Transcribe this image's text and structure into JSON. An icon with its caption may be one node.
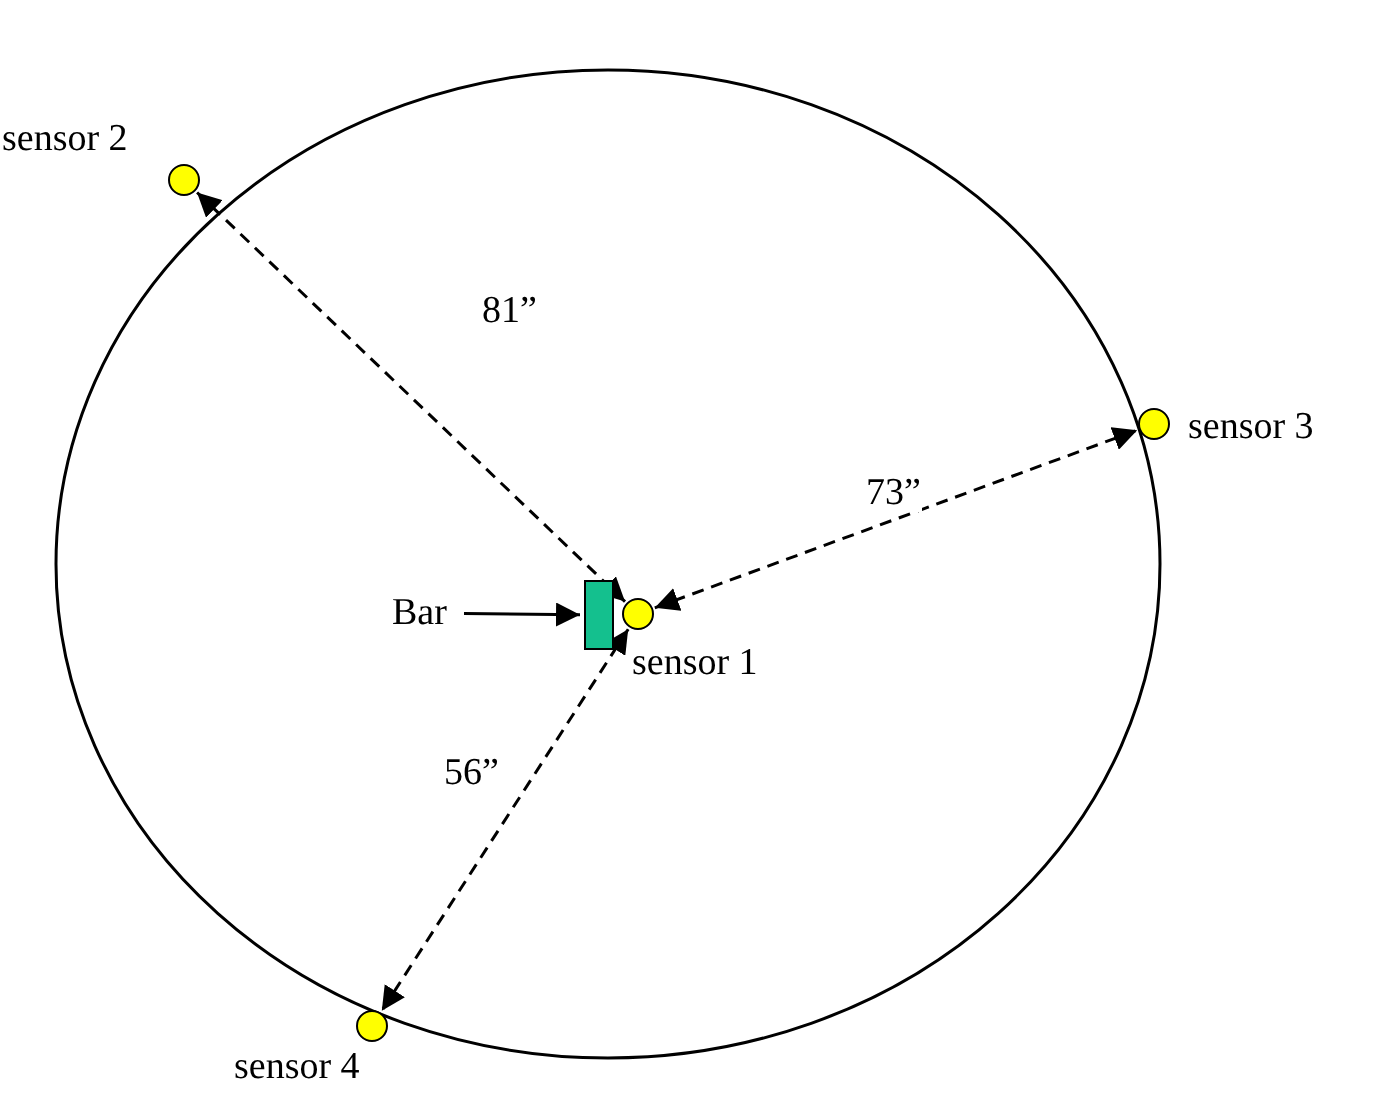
{
  "diagram": {
    "nodes": [
      {
        "text": [
          "sensor 1"
        ]
      },
      {
        "text": [
          "sensor 2"
        ]
      },
      {
        "text": [
          "sensor 3"
        ]
      },
      {
        "text": [
          "sensor 4"
        ]
      },
      {
        "text": [
          "Bar"
        ]
      },
      {
        "text": [],
        "shape": "bar"
      }
    ],
    "edges": [
      {
        "from": 0,
        "to": 1,
        "arrow": "both",
        "style": "dashed",
        "label": "81”"
      },
      {
        "from": 0,
        "to": 2,
        "arrow": "both",
        "style": "dashed",
        "label": "73”"
      },
      {
        "from": 0,
        "to": 3,
        "arrow": "both",
        "style": "dashed",
        "label": "56”"
      },
      {
        "from": 4,
        "to": 5,
        "arrow": "to"
      }
    ]
  }
}
